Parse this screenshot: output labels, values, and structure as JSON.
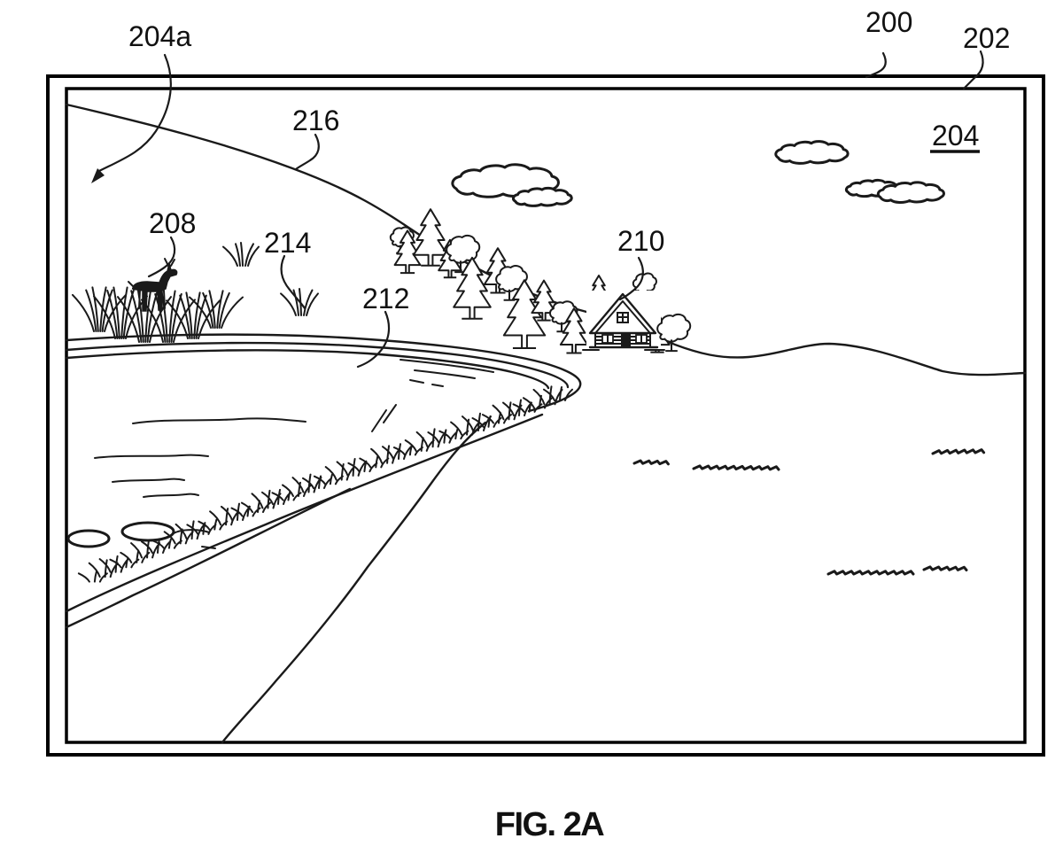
{
  "figure": {
    "caption": "FIG. 2A",
    "labels": {
      "l204a": "204a",
      "l200": "200",
      "l202": "202",
      "l204": "204",
      "l216": "216",
      "l208": "208",
      "l214": "214",
      "l212": "212",
      "l210": "210"
    }
  }
}
